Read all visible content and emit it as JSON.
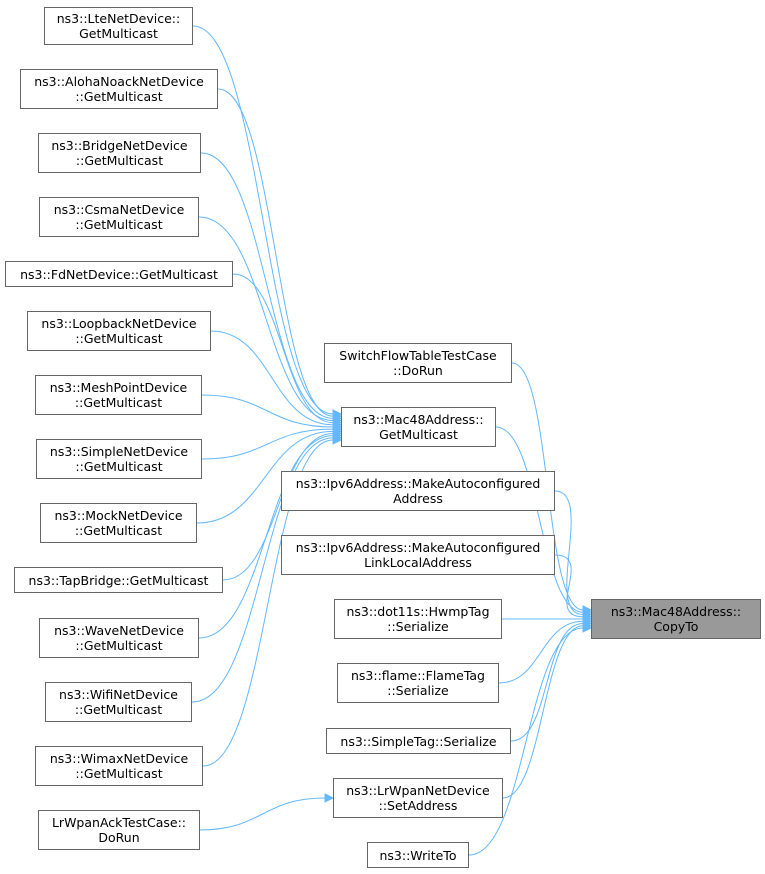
{
  "colors": {
    "edge": "#63b8ff",
    "node_border": "#666666",
    "target_fill": "#999999"
  },
  "nodes": {
    "lte": {
      "line1": "ns3::LteNetDevice::",
      "line2": "GetMulticast"
    },
    "aloha": {
      "line1": "ns3::AlohaNoackNetDevice",
      "line2": "::GetMulticast"
    },
    "bridge": {
      "line1": "ns3::BridgeNetDevice",
      "line2": "::GetMulticast"
    },
    "csma": {
      "line1": "ns3::CsmaNetDevice",
      "line2": "::GetMulticast"
    },
    "fd": {
      "line1": "ns3::FdNetDevice::GetMulticast",
      "line2": ""
    },
    "loopback": {
      "line1": "ns3::LoopbackNetDevice",
      "line2": "::GetMulticast"
    },
    "meshpoint": {
      "line1": "ns3::MeshPointDevice",
      "line2": "::GetMulticast"
    },
    "simplend": {
      "line1": "ns3::SimpleNetDevice",
      "line2": "::GetMulticast"
    },
    "mock": {
      "line1": "ns3::MockNetDevice",
      "line2": "::GetMulticast"
    },
    "tapbridge": {
      "line1": "ns3::TapBridge::GetMulticast",
      "line2": ""
    },
    "wave": {
      "line1": "ns3::WaveNetDevice",
      "line2": "::GetMulticast"
    },
    "wifi": {
      "line1": "ns3::WifiNetDevice",
      "line2": "::GetMulticast"
    },
    "wimax": {
      "line1": "ns3::WimaxNetDevice",
      "line2": "::GetMulticast"
    },
    "lrack": {
      "line1": "LrWpanAckTestCase::",
      "line2": "DoRun"
    },
    "switchflow": {
      "line1": "SwitchFlowTableTestCase",
      "line2": "::DoRun"
    },
    "mac48gm": {
      "line1": "ns3::Mac48Address::",
      "line2": "GetMulticast"
    },
    "ipv6auto": {
      "line1": "ns3::Ipv6Address::MakeAutoconfigured",
      "line2": "Address"
    },
    "ipv6ll": {
      "line1": "ns3::Ipv6Address::MakeAutoconfigured",
      "line2": "LinkLocalAddress"
    },
    "hwmp": {
      "line1": "ns3::dot11s::HwmpTag",
      "line2": "::Serialize"
    },
    "flame": {
      "line1": "ns3::flame::FlameTag",
      "line2": "::Serialize"
    },
    "simpletag": {
      "line1": "ns3::SimpleTag::Serialize",
      "line2": ""
    },
    "lrwpan": {
      "line1": "ns3::LrWpanNetDevice",
      "line2": "::SetAddress"
    },
    "writeto": {
      "line1": "ns3::WriteTo",
      "line2": ""
    },
    "copyto": {
      "line1": "ns3::Mac48Address::",
      "line2": "CopyTo"
    }
  },
  "edges": [
    [
      "lte",
      "mac48gm"
    ],
    [
      "aloha",
      "mac48gm"
    ],
    [
      "bridge",
      "mac48gm"
    ],
    [
      "csma",
      "mac48gm"
    ],
    [
      "fd",
      "mac48gm"
    ],
    [
      "loopback",
      "mac48gm"
    ],
    [
      "meshpoint",
      "mac48gm"
    ],
    [
      "simplend",
      "mac48gm"
    ],
    [
      "mock",
      "mac48gm"
    ],
    [
      "tapbridge",
      "mac48gm"
    ],
    [
      "wave",
      "mac48gm"
    ],
    [
      "wifi",
      "mac48gm"
    ],
    [
      "wimax",
      "mac48gm"
    ],
    [
      "lrack",
      "lrwpan"
    ],
    [
      "switchflow",
      "copyto"
    ],
    [
      "mac48gm",
      "copyto"
    ],
    [
      "ipv6auto",
      "copyto"
    ],
    [
      "ipv6ll",
      "copyto"
    ],
    [
      "hwmp",
      "copyto"
    ],
    [
      "flame",
      "copyto"
    ],
    [
      "simpletag",
      "copyto"
    ],
    [
      "lrwpan",
      "copyto"
    ],
    [
      "writeto",
      "copyto"
    ]
  ]
}
